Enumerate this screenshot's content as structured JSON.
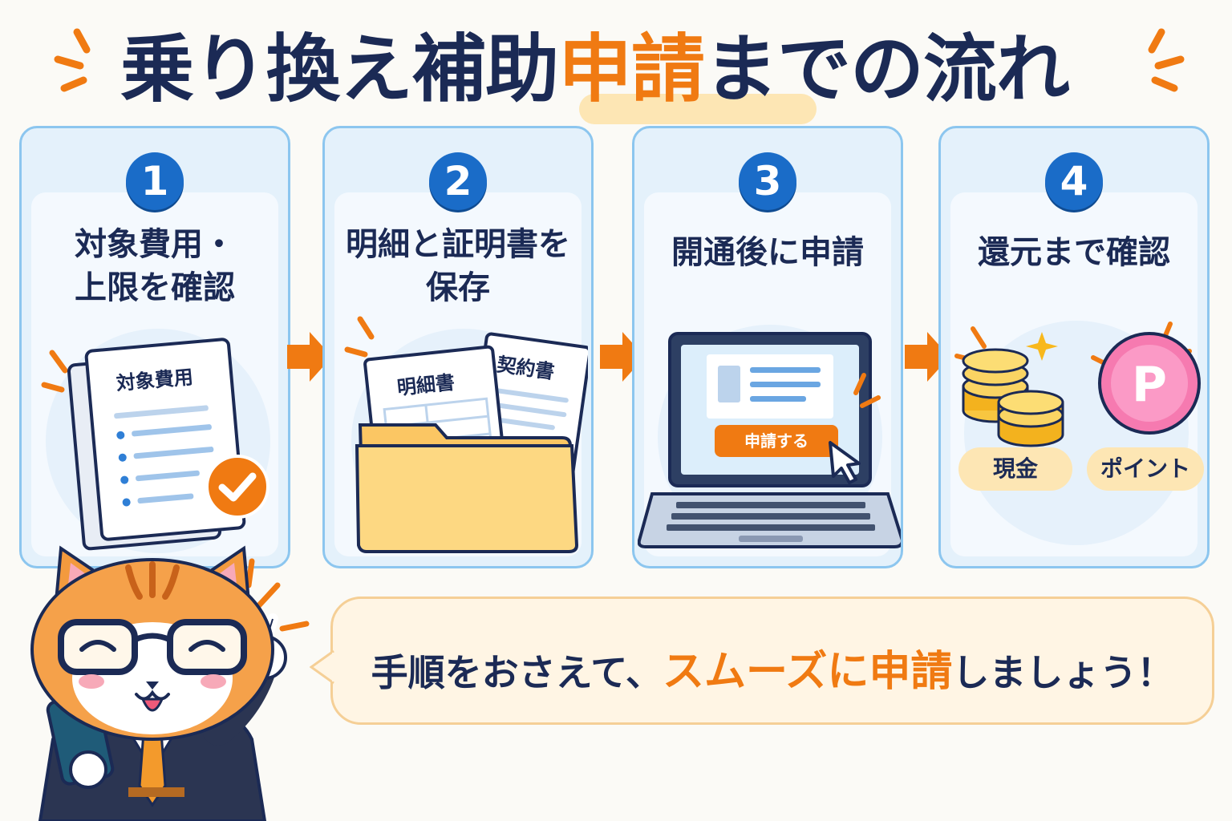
{
  "title": {
    "part1": "乗り換え補助",
    "highlight": "申請",
    "part2": "までの流れ"
  },
  "steps": [
    {
      "number": "1",
      "label": "対象費用・\n上限を確認"
    },
    {
      "number": "2",
      "label": "明細と証明書を\n保存"
    },
    {
      "number": "3",
      "label": "開通後に申請"
    },
    {
      "number": "4",
      "label": "還元まで確認"
    }
  ],
  "illustrations": {
    "step1_doc_title": "対象費用",
    "step2_doc1_title": "明細書",
    "step2_doc2_title": "契約書",
    "step3_button": "申請する",
    "step4_cash_label": "現金",
    "step4_point_label": "ポイント",
    "step4_point_coin": "P"
  },
  "message": {
    "part1": "手順をおさえて、",
    "highlight": "スムーズに申請",
    "part2": "しましょう！"
  },
  "colors": {
    "accent": "#f07a12",
    "navy": "#1b2a55",
    "badge_blue": "#1a6cc8",
    "card_border": "#8cc6ef"
  }
}
